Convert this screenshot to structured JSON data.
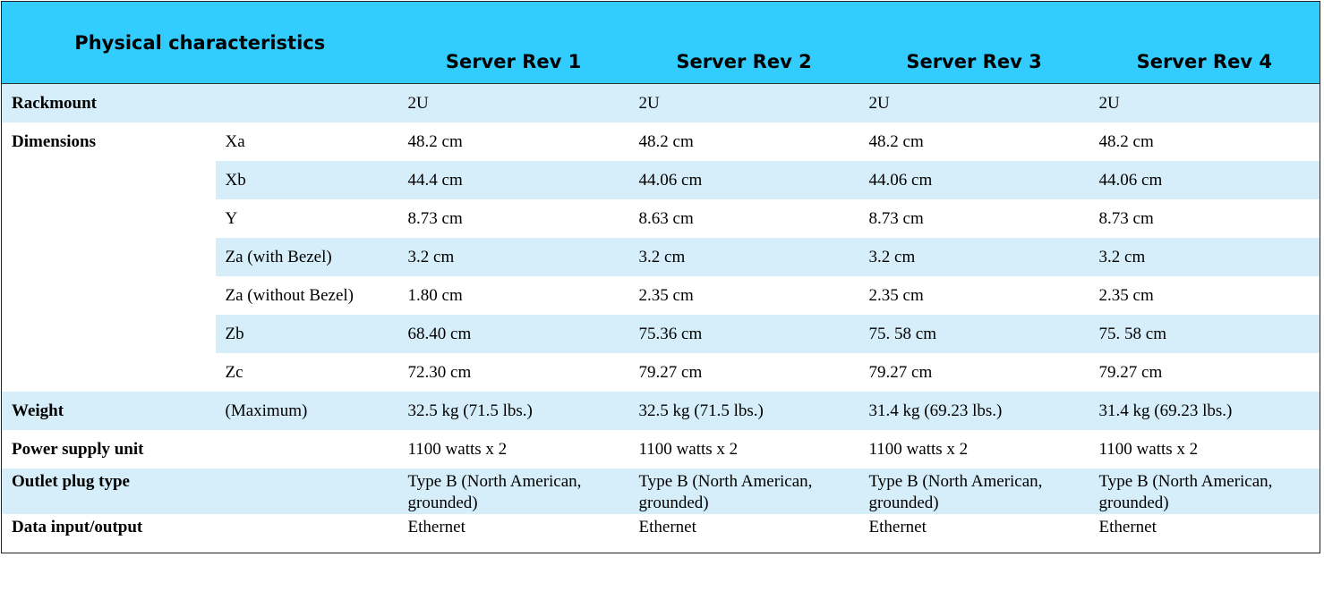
{
  "header": {
    "title": "Physical characteristics",
    "columns": [
      "Server Rev 1",
      "Server Rev 2",
      "Server Rev 3",
      "Server Rev 4"
    ]
  },
  "rows": [
    {
      "label": "Rackmount",
      "sub": "",
      "values": [
        "2U",
        "2U",
        "2U",
        "2U"
      ]
    },
    {
      "label": "Dimensions",
      "sub": "Xa",
      "values": [
        "48.2 cm",
        "48.2 cm",
        "48.2 cm",
        "48.2 cm"
      ]
    },
    {
      "label": "",
      "sub": "Xb",
      "values": [
        "44.4 cm",
        "44.06 cm",
        "44.06 cm",
        "44.06 cm"
      ]
    },
    {
      "label": "",
      "sub": "Y",
      "values": [
        "8.73 cm",
        "8.63 cm",
        "8.73 cm",
        "8.73 cm"
      ]
    },
    {
      "label": "",
      "sub": "Za (with Bezel)",
      "values": [
        "3.2 cm",
        "3.2 cm",
        "3.2 cm",
        "3.2 cm"
      ]
    },
    {
      "label": "",
      "sub": "Za (without Bezel)",
      "values": [
        "1.80 cm",
        "2.35 cm",
        "2.35 cm",
        "2.35 cm"
      ]
    },
    {
      "label": "",
      "sub": "Zb",
      "values": [
        "68.40 cm",
        "75.36 cm",
        "75. 58 cm",
        "75. 58 cm"
      ]
    },
    {
      "label": "",
      "sub": "Zc",
      "values": [
        "72.30 cm",
        "79.27 cm",
        "79.27 cm",
        "79.27 cm"
      ]
    },
    {
      "label": "Weight",
      "sub": "(Maximum)",
      "values": [
        "32.5 kg (71.5 lbs.)",
        "32.5 kg (71.5 lbs.)",
        "31.4 kg (69.23 lbs.)",
        "31.4 kg (69.23 lbs.)"
      ]
    },
    {
      "label": "Power supply unit",
      "sub": "",
      "values": [
        "1100 watts x 2",
        "1100 watts x 2",
        "1100 watts x 2",
        "1100 watts x 2"
      ]
    },
    {
      "label": "Outlet plug type",
      "sub": "",
      "values": [
        "Type B (North American, grounded)",
        "Type B (North American, grounded)",
        "Type B (North American, grounded)",
        "Type B (North American, grounded)"
      ]
    },
    {
      "label": "Data input/output",
      "sub": "",
      "values": [
        "Ethernet",
        "Ethernet",
        "Ethernet",
        "Ethernet"
      ]
    }
  ],
  "colors": {
    "header_bg": "#33ccff",
    "stripe_bg": "#d6eef9"
  }
}
